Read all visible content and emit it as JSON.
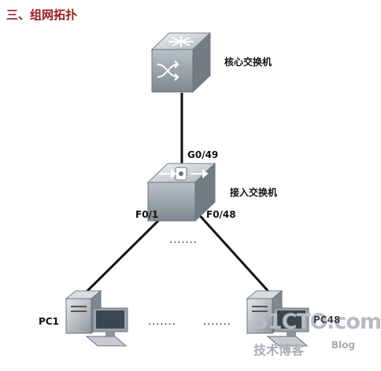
{
  "heading": {
    "text": "三、组网拓扑",
    "color": "#9a1b1b"
  },
  "nodes": {
    "core_switch": {
      "label": "核心交换机"
    },
    "access_switch": {
      "label": "接入交换机"
    },
    "pc_left": {
      "label": "PC1"
    },
    "pc_right": {
      "label": "PC48"
    }
  },
  "ports": {
    "uplink": "G0/49",
    "left": "F0/1",
    "right": "F0/48"
  },
  "ellipsis": {
    "middle": ".......",
    "bottom_left": ".......",
    "bottom_right": "......."
  },
  "watermark": {
    "site": "51CTO.com",
    "subtitle": "技术博客",
    "blog": "Blog"
  },
  "icons": {
    "core": "core-switch-icon",
    "access": "access-switch-icon",
    "pc": "desktop-computer-icon"
  }
}
